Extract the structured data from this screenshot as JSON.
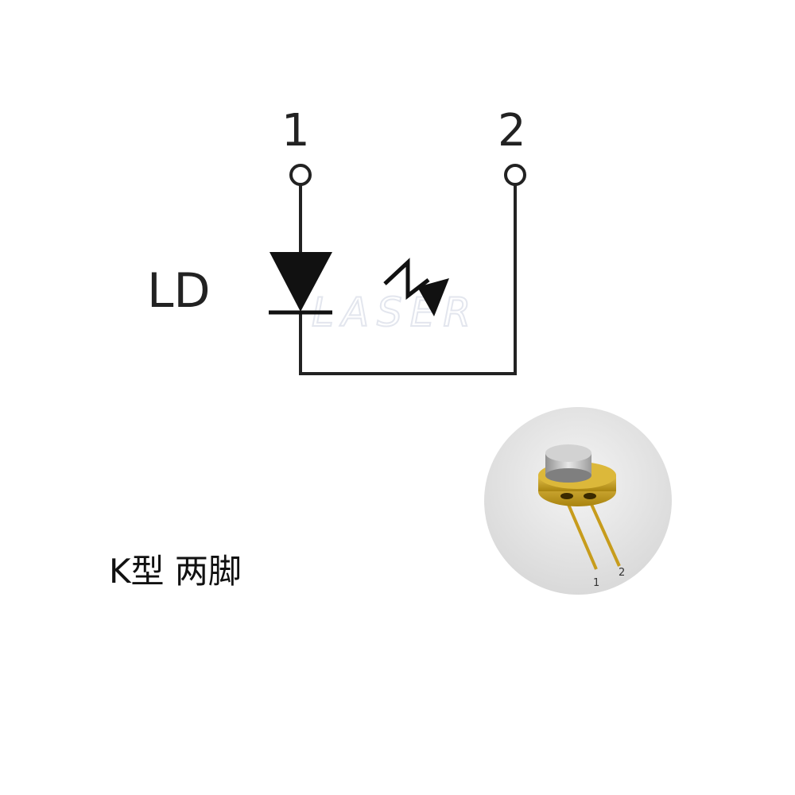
{
  "pins": {
    "pin1": "1",
    "pin2": "2"
  },
  "component_label": "LD",
  "watermark": "LASER",
  "caption": "K型 两脚",
  "photo": {
    "lead1": "1",
    "lead2": "2"
  }
}
